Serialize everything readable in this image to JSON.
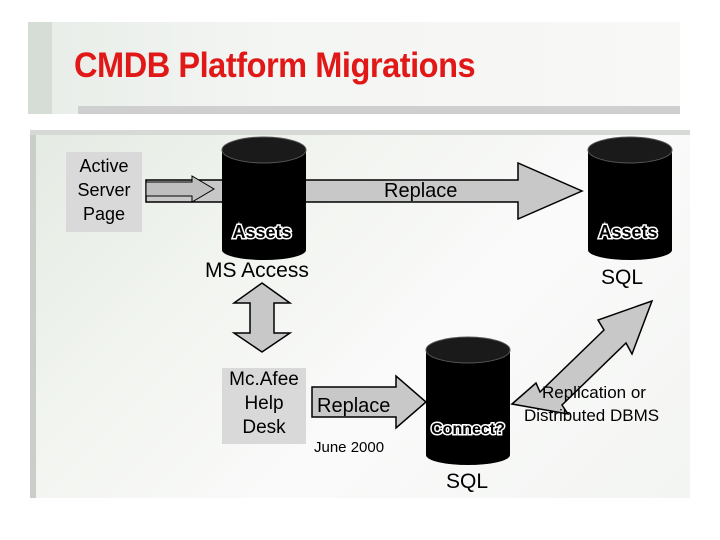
{
  "slide": {
    "title": "CMDB Platform Migrations"
  },
  "diagram": {
    "source_box": {
      "lines": [
        "Active",
        "Server",
        "Page"
      ]
    },
    "helpdesk_box": {
      "lines": [
        "Mc.Afee",
        "Help",
        "Desk"
      ]
    },
    "db_left": {
      "label": "Assets",
      "caption": "MS Access"
    },
    "db_right": {
      "label": "Assets",
      "caption": "SQL"
    },
    "db_bottom": {
      "label": "Connect?",
      "caption": "SQL"
    },
    "arrow_top_label": "Replace",
    "arrow_bottom_label": "Replace",
    "arrow_bottom_date": "June 2000",
    "replication_label": [
      "Replication or",
      "Distributed DBMS"
    ]
  },
  "colors": {
    "title": "#e01818",
    "arrow_fill": "#c8c8c8",
    "db_fill": "#000000"
  }
}
